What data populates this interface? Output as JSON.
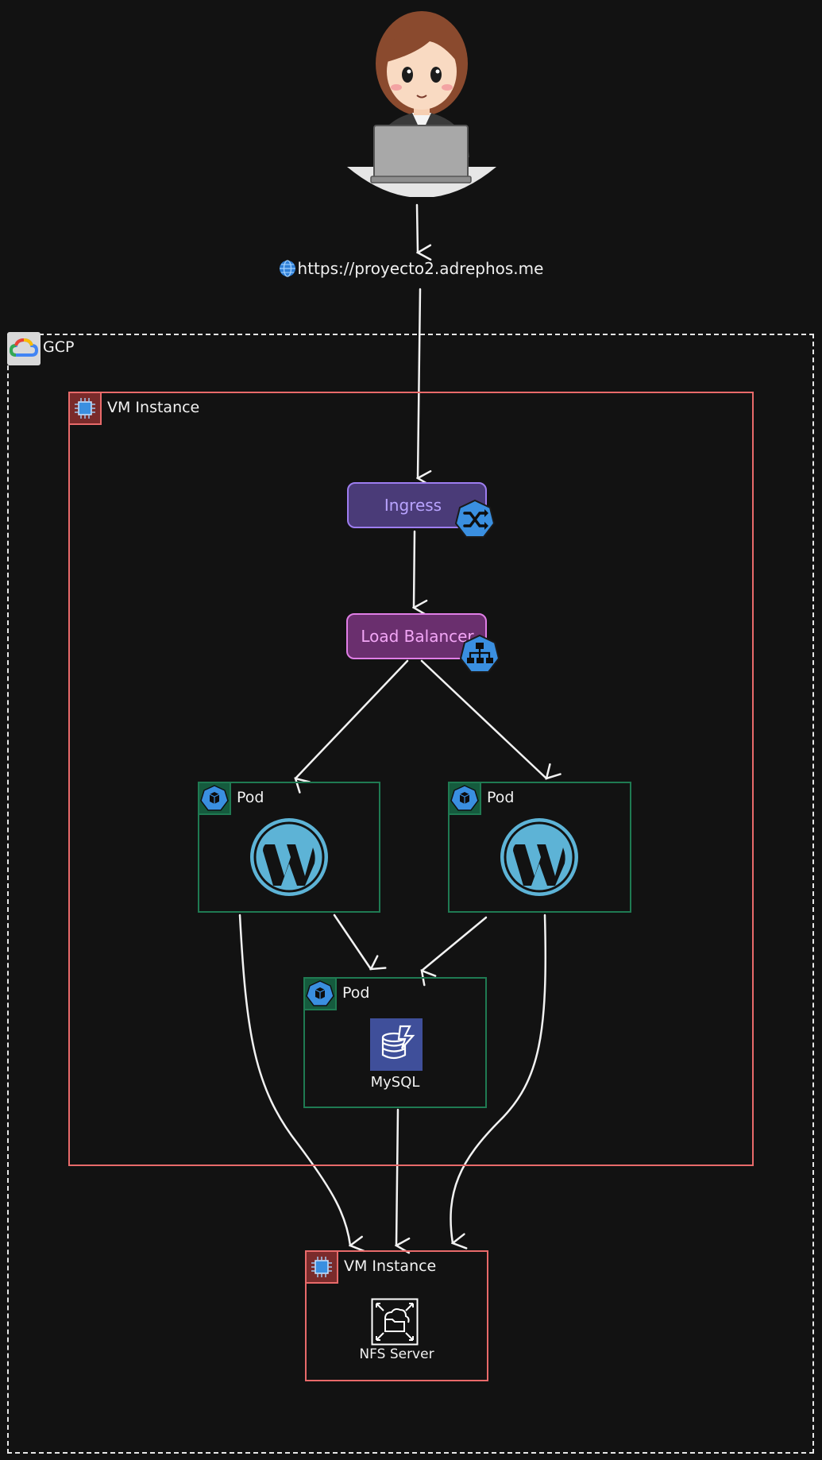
{
  "user": {
    "icon": "woman-with-laptop-icon"
  },
  "url": {
    "icon": "globe-icon",
    "text": "https://proyecto2.adrephos.me"
  },
  "gcp": {
    "label": "GCP",
    "icon": "google-cloud-icon"
  },
  "vm_main": {
    "label": "VM Instance",
    "icon": "compute-chip-icon"
  },
  "ingress": {
    "label": "Ingress",
    "icon": "ingress-shuffle-icon"
  },
  "load_balancer": {
    "label": "Load Balancer",
    "icon": "load-balancer-hierarchy-icon"
  },
  "pods": [
    {
      "label": "Pod",
      "app": "wordpress-logo-icon"
    },
    {
      "label": "Pod",
      "app": "wordpress-logo-icon"
    },
    {
      "label": "Pod",
      "app": "mysql-database-icon",
      "caption": "MySQL"
    }
  ],
  "vm_nfs": {
    "label": "VM Instance",
    "icon": "compute-chip-icon",
    "caption": "NFS Server",
    "service_icon": "nfs-file-share-icon"
  },
  "colors": {
    "background": "#121212",
    "vm_border": "#e86a6a",
    "pod_border": "#1f7a52",
    "ingress_fill": "#4a3b78",
    "lb_fill": "#6a2f6e",
    "k8s_blue": "#3a8fe0",
    "wordpress_blue": "#5db3d6",
    "mysql_fill": "#3f4f9a"
  }
}
